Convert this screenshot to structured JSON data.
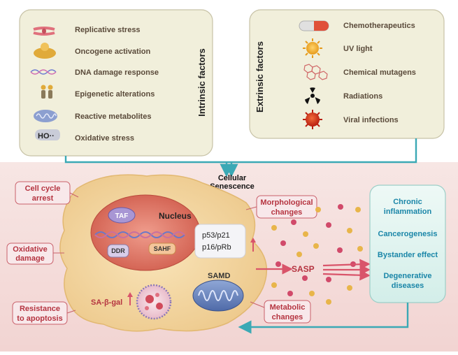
{
  "intrinsic": {
    "title": "Intrinsic factors",
    "items": [
      {
        "label": "Replicative stress",
        "icon": "chromosome-icon"
      },
      {
        "label": "Oncogene activation",
        "icon": "oncogene-icon"
      },
      {
        "label": "DNA damage response",
        "icon": "dna-icon"
      },
      {
        "label": "Epigenetic alterations",
        "icon": "histone-icon"
      },
      {
        "label": "Reactive metabolites",
        "icon": "mitochondria-icon"
      },
      {
        "label": "Oxidative stress",
        "icon": "hydroxyl-icon",
        "icon_text": "HO··"
      }
    ]
  },
  "extrinsic": {
    "title": "Extrinsic factors",
    "items": [
      {
        "label": "Chemotherapeutics",
        "icon": "capsule-icon"
      },
      {
        "label": "UV light",
        "icon": "sun-icon"
      },
      {
        "label": "Chemical mutagens",
        "icon": "molecule-icon"
      },
      {
        "label": "Radiations",
        "icon": "radiation-icon"
      },
      {
        "label": "Viral infections",
        "icon": "virus-icon"
      }
    ]
  },
  "center": {
    "cellular_senescence": [
      "Cellular",
      "Senescence"
    ]
  },
  "cell": {
    "nucleus_label": "Nucleus",
    "taf": "TAF",
    "ddr": "DDR",
    "sahf": "SAHF",
    "markers": [
      "p53/p21",
      "p16/pRb"
    ],
    "samd": "SAMD",
    "sa_beta_gal": "SA-β-gal"
  },
  "hallmarks": {
    "cell_cycle_arrest": [
      "Cell cycle",
      "arrest"
    ],
    "oxidative_damage": [
      "Oxidative",
      "damage"
    ],
    "resistance_to_apoptosis": [
      "Resistance",
      "to apoptosis"
    ],
    "morphological_changes": [
      "Morphological",
      "changes"
    ],
    "metabolic_changes": [
      "Metabolic",
      "changes"
    ]
  },
  "sasp_label": "SASP",
  "outcomes": [
    [
      "Chronic",
      "inflammation"
    ],
    [
      "Cancerogenesis"
    ],
    [
      "Bystander effect"
    ],
    [
      "Degenerative",
      "diseases"
    ]
  ],
  "colors": {
    "top_panel": "#f1efdb",
    "bottom_bg": "#f6e4e2",
    "cell_fill": "#f3d9a4",
    "nucleus_fill": "#e07a6b",
    "label_border": "#c9606a",
    "label_text": "#b53440",
    "outcome_text": "#1a86a8",
    "arrow_teal": "#3ba9b5",
    "sasp_arrow": "#d9546a"
  }
}
